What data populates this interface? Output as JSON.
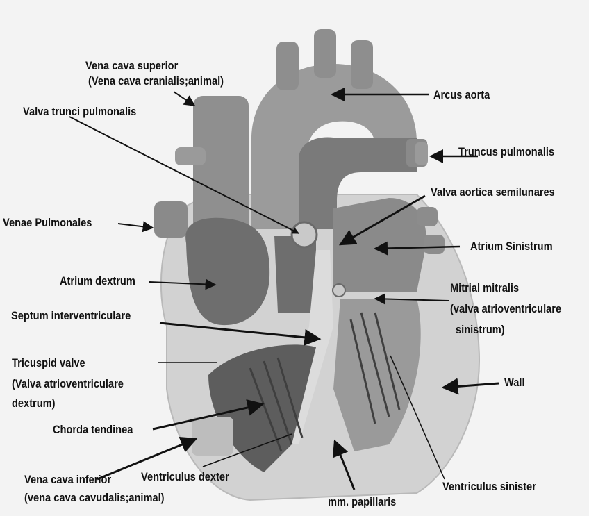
{
  "labels": {
    "vena_cava_superior_1": "Vena cava superior",
    "vena_cava_superior_2": "(Vena cava cranialis;animal)",
    "valva_trunci": "Valva trunci pulmonalis",
    "arcus_aorta": "Arcus aorta",
    "truncus_pulmonalis": "Truncus pulmonalis",
    "valva_aortica": "Valva aortica semilunares",
    "venae_pulmonales": "Venae Pulmonales",
    "atrium_sinistrum": "Atrium Sinistrum",
    "atrium_dextrum": "Atrium dextrum",
    "mitrial_1": "Mitrial mitralis",
    "mitrial_2": "(valva atrioventriculare",
    "mitrial_3": "sinistrum)",
    "septum": "Septum interventriculare",
    "tricuspid_1": "Tricuspid valve",
    "tricuspid_2": "(Valva atrioventriculare",
    "tricuspid_3": "dextrum)",
    "wall": "Wall",
    "chorda": "Chorda tendinea",
    "vena_cava_inferior_1": "Vena cava inferior",
    "vena_cava_inferior_2": "(vena cava cavudalis;animal)",
    "ventriculus_dexter": "Ventriculus dexter",
    "ventriculus_sinister": "Ventriculus sinister",
    "mm_papillaris": "mm. papillaris"
  },
  "colors": {
    "background": "#f3f3f3",
    "vessel": "#8c8c8c",
    "chamber": "#6f6f6f",
    "wall": "#d2d2d2",
    "arrow": "#111111"
  }
}
